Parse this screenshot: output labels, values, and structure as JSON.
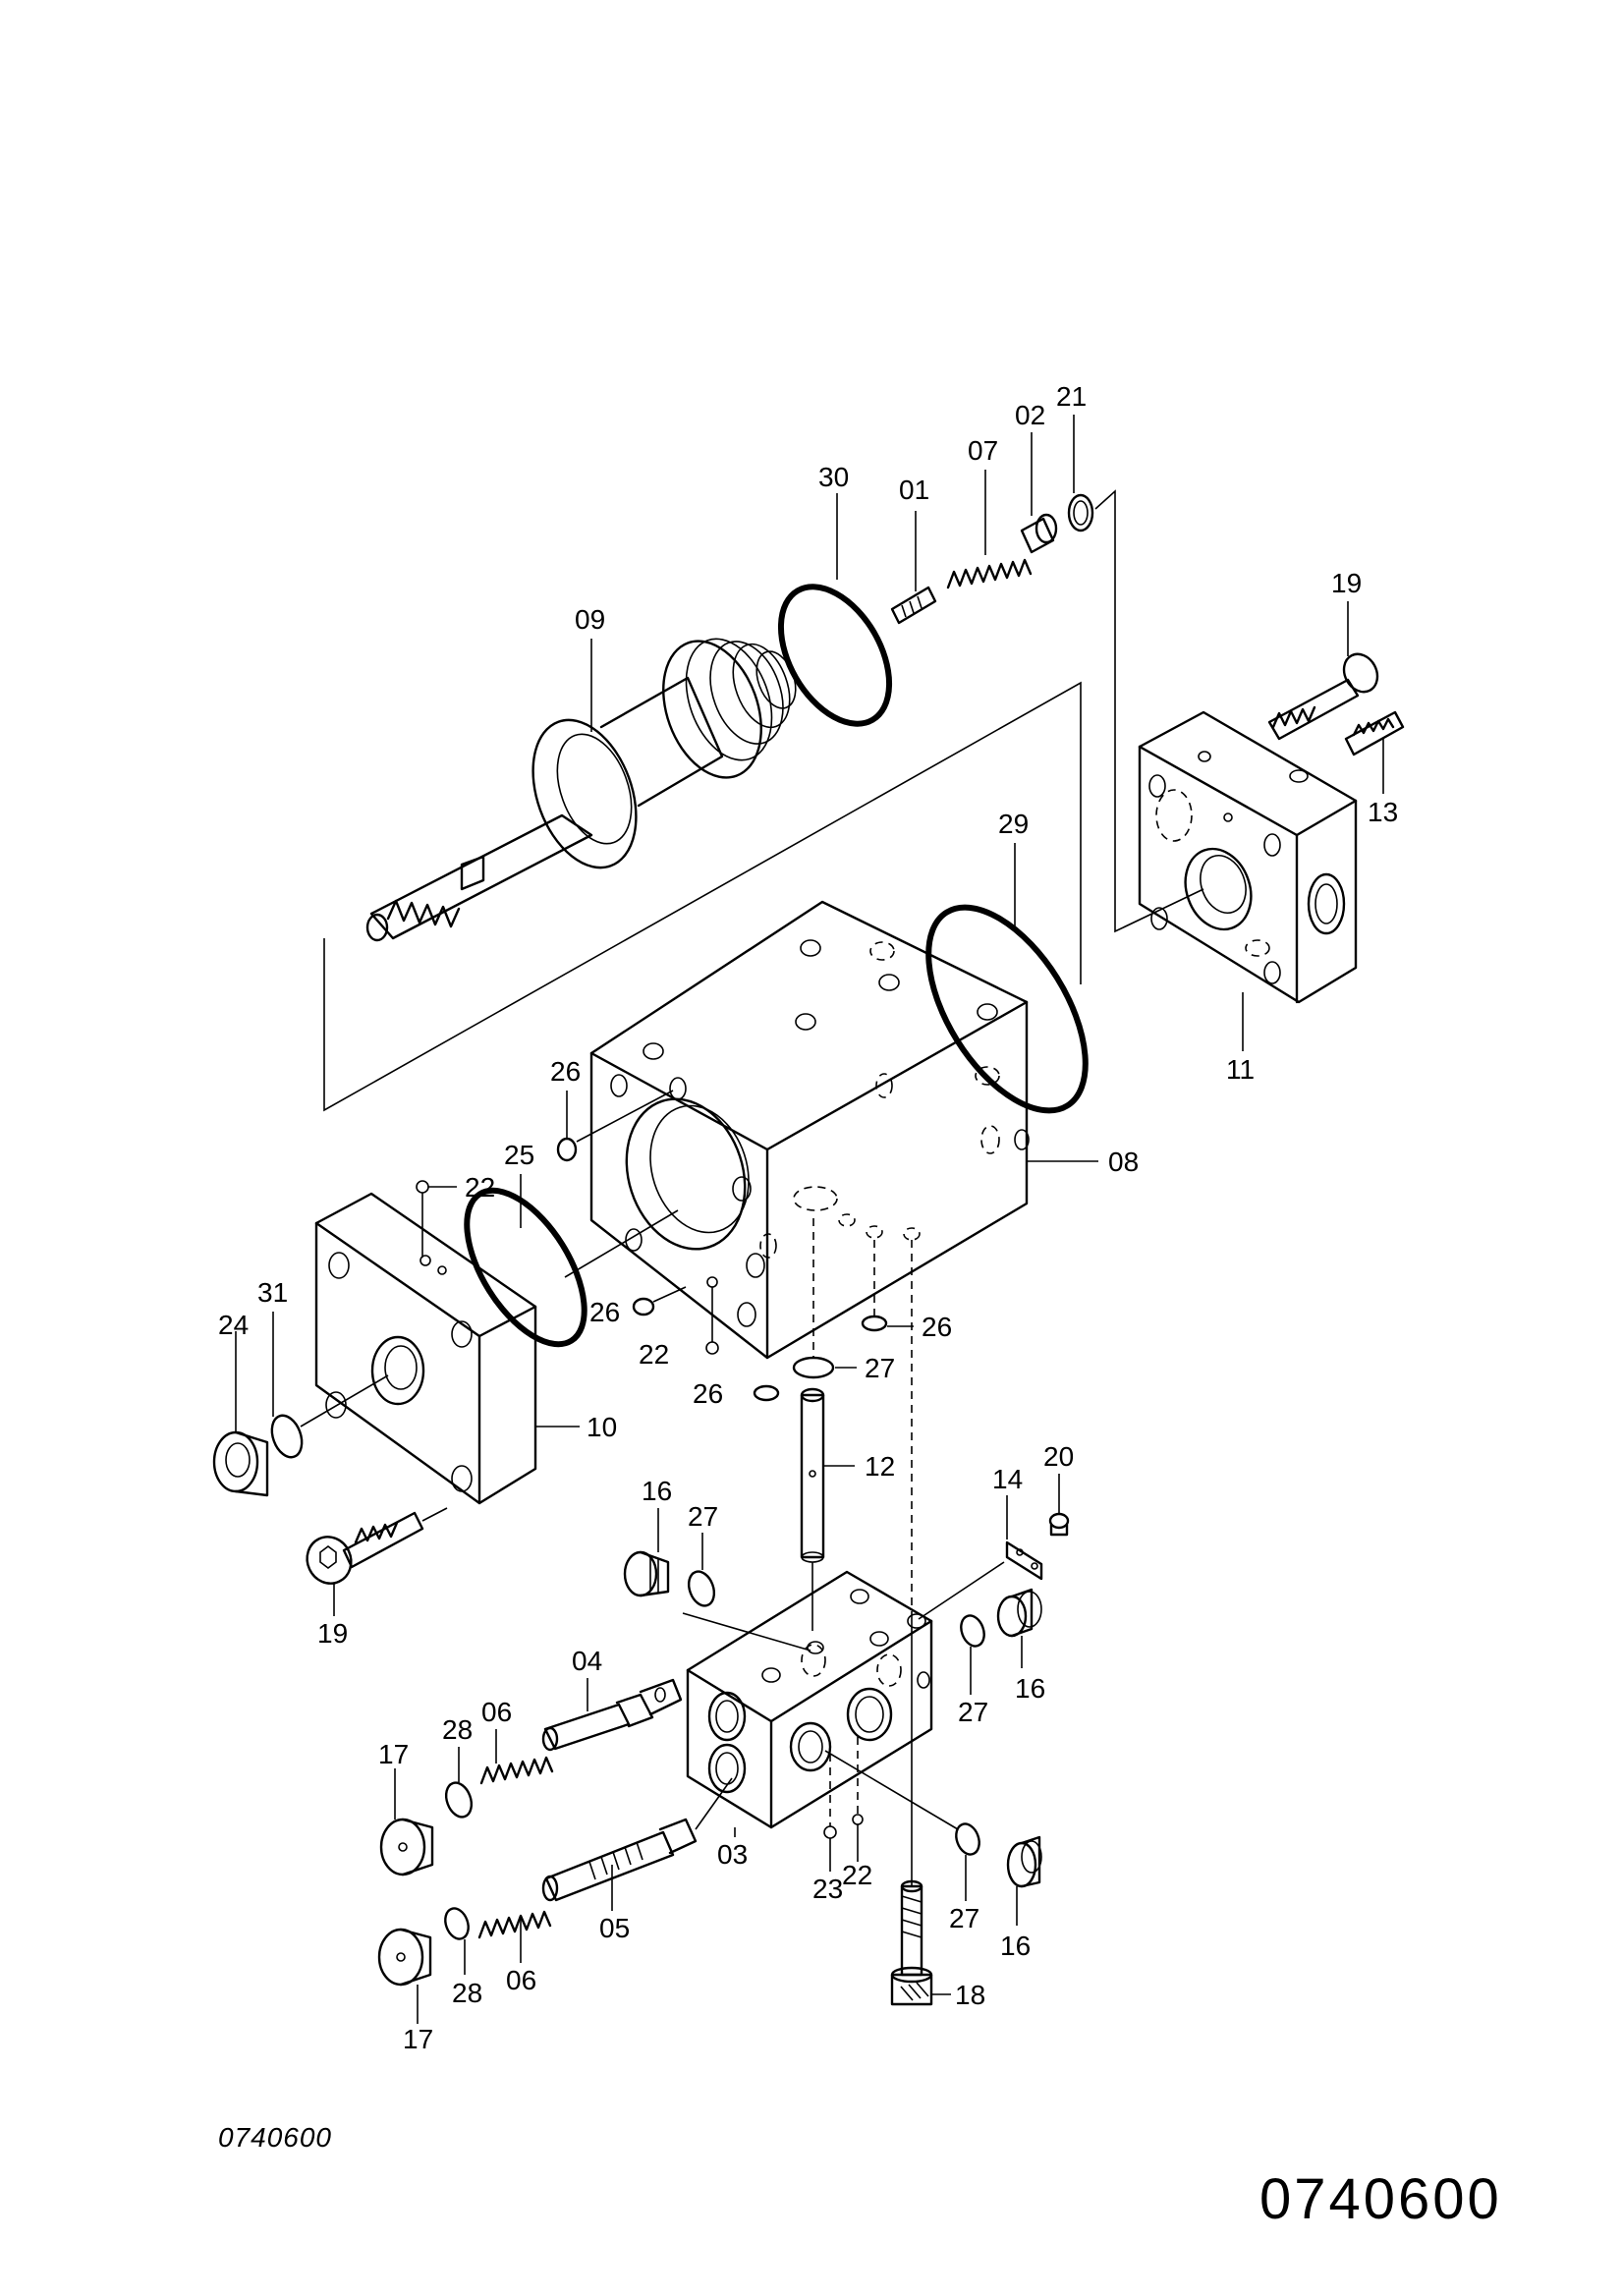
{
  "drawing_code_small": "0740600",
  "drawing_code_large": "0740600",
  "part_labels": {
    "p01": "01",
    "p02": "02",
    "p03": "03",
    "p04": "04",
    "p05": "05",
    "p06a": "06",
    "p06b": "06",
    "p07": "07",
    "p08": "08",
    "p09": "09",
    "p10": "10",
    "p11": "11",
    "p12": "12",
    "p13": "13",
    "p14": "14",
    "p16a": "16",
    "p16b": "16",
    "p16c": "16",
    "p17a": "17",
    "p17b": "17",
    "p18": "18",
    "p19a": "19",
    "p19b": "19",
    "p20": "20",
    "p21": "21",
    "p22a": "22",
    "p22b": "22",
    "p22c": "22",
    "p23": "23",
    "p24": "24",
    "p25": "25",
    "p26a": "26",
    "p26b": "26",
    "p26c": "26",
    "p26d": "26",
    "p27a": "27",
    "p27b": "27",
    "p27c": "27",
    "p27d": "27",
    "p28a": "28",
    "p28b": "28",
    "p29": "29",
    "p30": "30",
    "p31": "31"
  }
}
